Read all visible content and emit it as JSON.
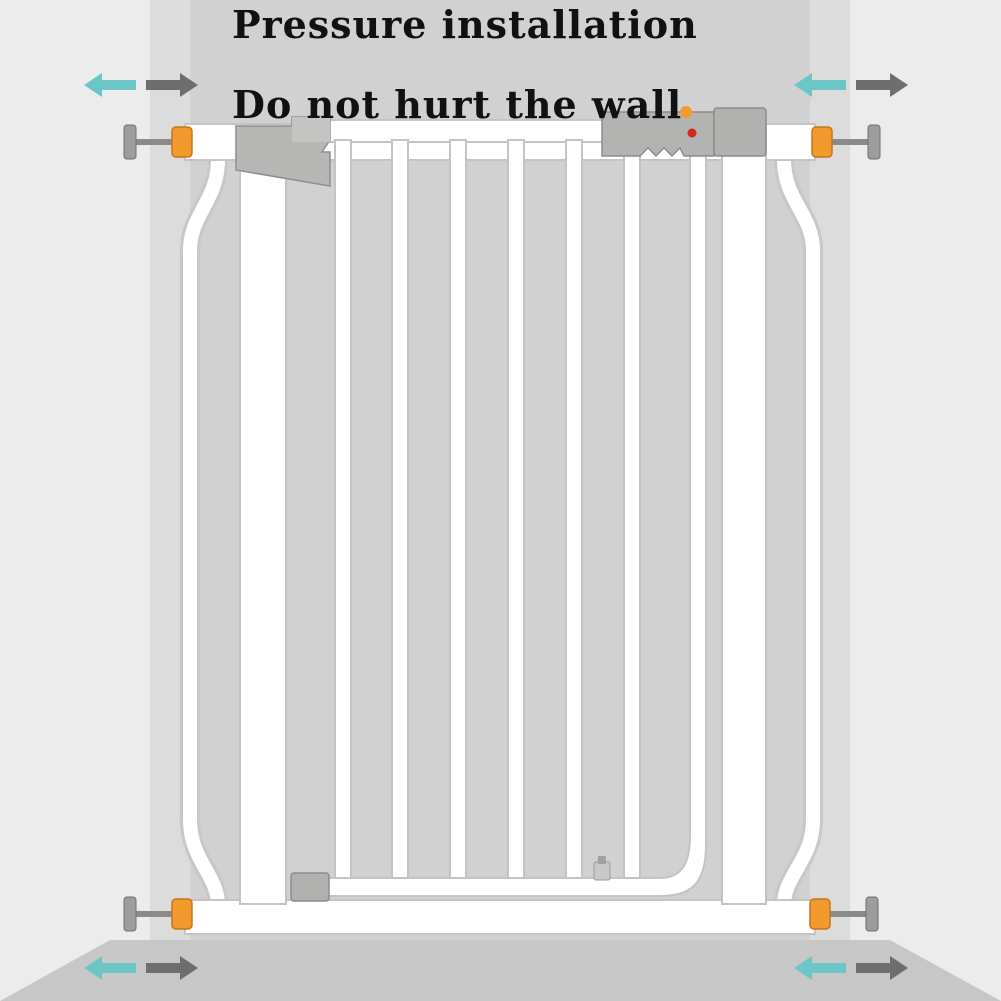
{
  "captions": {
    "title": "Pressure installation",
    "subtitle": "Do not hurt the wall"
  },
  "colors": {
    "wall_light": "#eeeeee",
    "wall_shadow": "#d3d3d3",
    "floor": "#c6c6c6",
    "gate_white": "#ffffff",
    "gate_outline": "#c4c4c4",
    "latch_grey": "#a9a9a7",
    "knob_orange": "#f29a2e",
    "knob_grey": "#9d9d9d",
    "arrow_teal": "#6cc6c8",
    "arrow_grey": "#6e6e6e",
    "indicator_red": "#d5261f"
  },
  "icons": {
    "arrows": "double-arrow-icon (teal left, grey right)",
    "tensioner": "pressure-spindle-icon"
  }
}
